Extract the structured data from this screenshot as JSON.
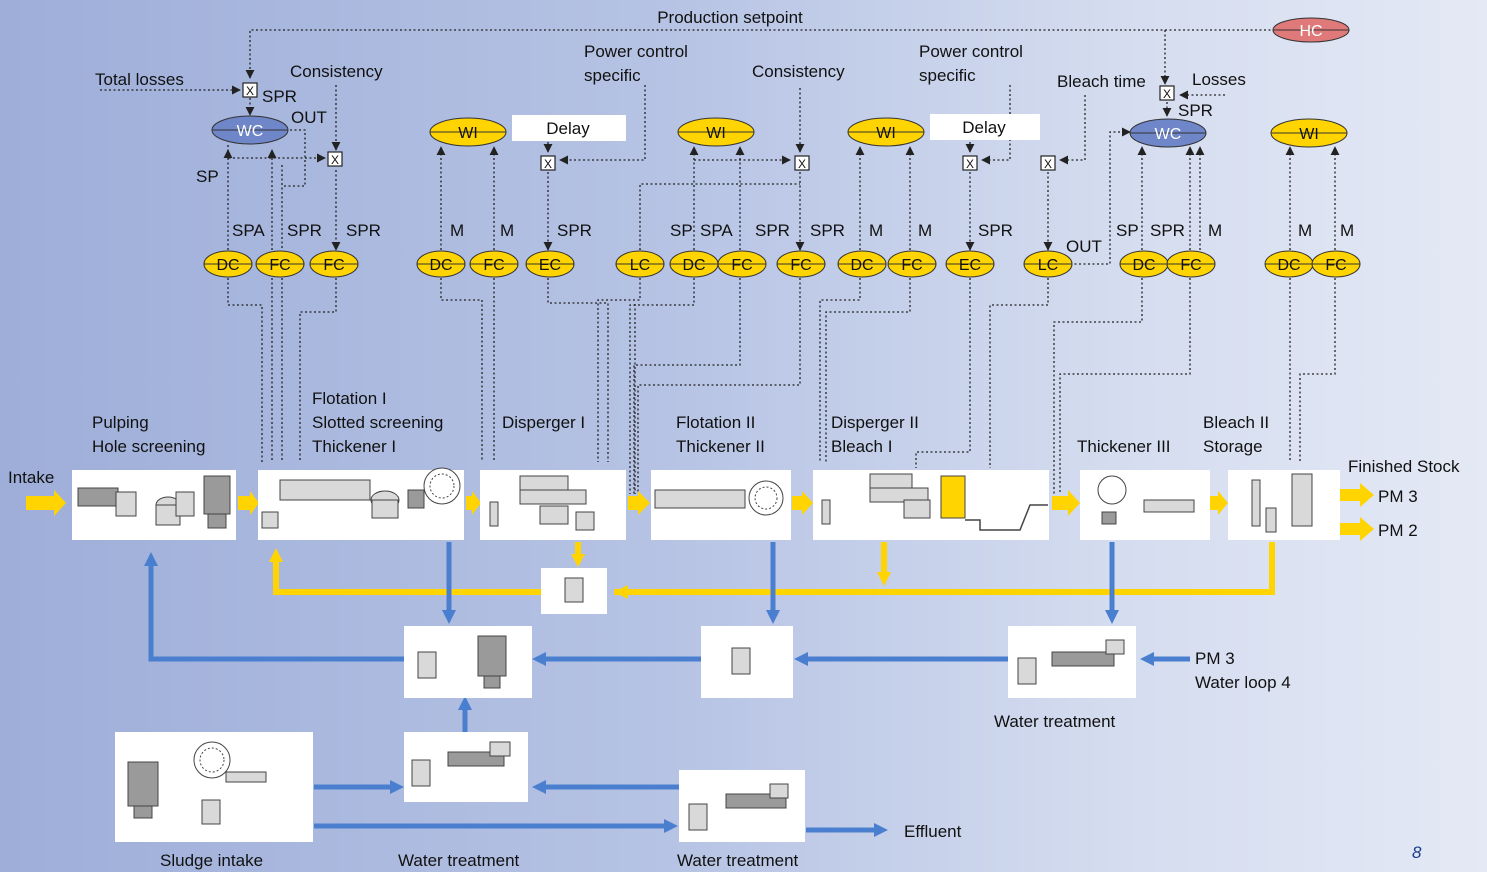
{
  "page_number": "8",
  "top": {
    "production_setpoint": "Production setpoint",
    "total_losses": "Total losses",
    "consistency_1": "Consistency",
    "power_control_1": "Power control",
    "specific_1": "specific",
    "consistency_2": "Consistency",
    "power_control_2": "Power control",
    "specific_2": "specific",
    "bleach_time": "Bleach time",
    "losses": "Losses",
    "delay_1": "Delay",
    "delay_2": "Delay",
    "out_1": "OUT",
    "out_2": "OUT",
    "sp": "SP"
  },
  "controllers": {
    "wc1": "WC",
    "wc2": "WC",
    "hc": "HC",
    "wi1": "WI",
    "wi2": "WI",
    "wi3": "WI",
    "wi4": "WI",
    "dc1": "DC",
    "fc1": "FC",
    "fc2": "FC",
    "dc2": "DC",
    "fc3": "FC",
    "ec1": "EC",
    "lc1": "LC",
    "dc3": "DC",
    "fc4": "FC",
    "fc5": "FC",
    "dc4": "DC",
    "fc6": "FC",
    "ec2": "EC",
    "lc2": "LC",
    "dc5": "DC",
    "fc7": "FC",
    "dc6": "DC",
    "fc8": "FC"
  },
  "signal_labels": {
    "spa1": "SPA",
    "spr1": "SPR",
    "spr2": "SPR",
    "spr_top1": "SPR",
    "m1": "M",
    "m2": "M",
    "spr3": "SPR",
    "sp2": "SP",
    "spa2": "SPA",
    "spr4": "SPR",
    "spr5": "SPR",
    "m3": "M",
    "m4": "M",
    "spr6": "SPR",
    "sp3": "SP",
    "spr7": "SPR",
    "m5": "M",
    "spr_top2": "SPR",
    "m6": "M",
    "m7": "M",
    "x": "X"
  },
  "stages": {
    "intake": "Intake",
    "pulping": "Pulping",
    "hole_screening": "Hole screening",
    "flotation1": "Flotation I",
    "slotted_screening": "Slotted screening",
    "thickener1": "Thickener I",
    "disperger1": "Disperger I",
    "flotation2": "Flotation II",
    "thickener2": "Thickener II",
    "disperger2": "Disperger II",
    "bleach1": "Bleach I",
    "thickener3": "Thickener III",
    "bleach2": "Bleach II",
    "storage": "Storage",
    "finished_stock": "Finished Stock",
    "pm3": "PM 3",
    "pm2": "PM 2"
  },
  "bottom": {
    "pm3_loop": "PM 3",
    "water_loop4": "Water loop 4",
    "water_treatment_right": "Water treatment",
    "sludge_intake": "Sludge intake",
    "water_treatment_mid": "Water treatment",
    "water_treatment_bot": "Water treatment",
    "effluent": "Effluent"
  },
  "colors": {
    "stock_flow": "#ffd400",
    "water_flow": "#4a7fd0",
    "weight_controller": "#6f86c9",
    "header_controller": "#e07a7a",
    "field_controller": "#ffd400"
  }
}
